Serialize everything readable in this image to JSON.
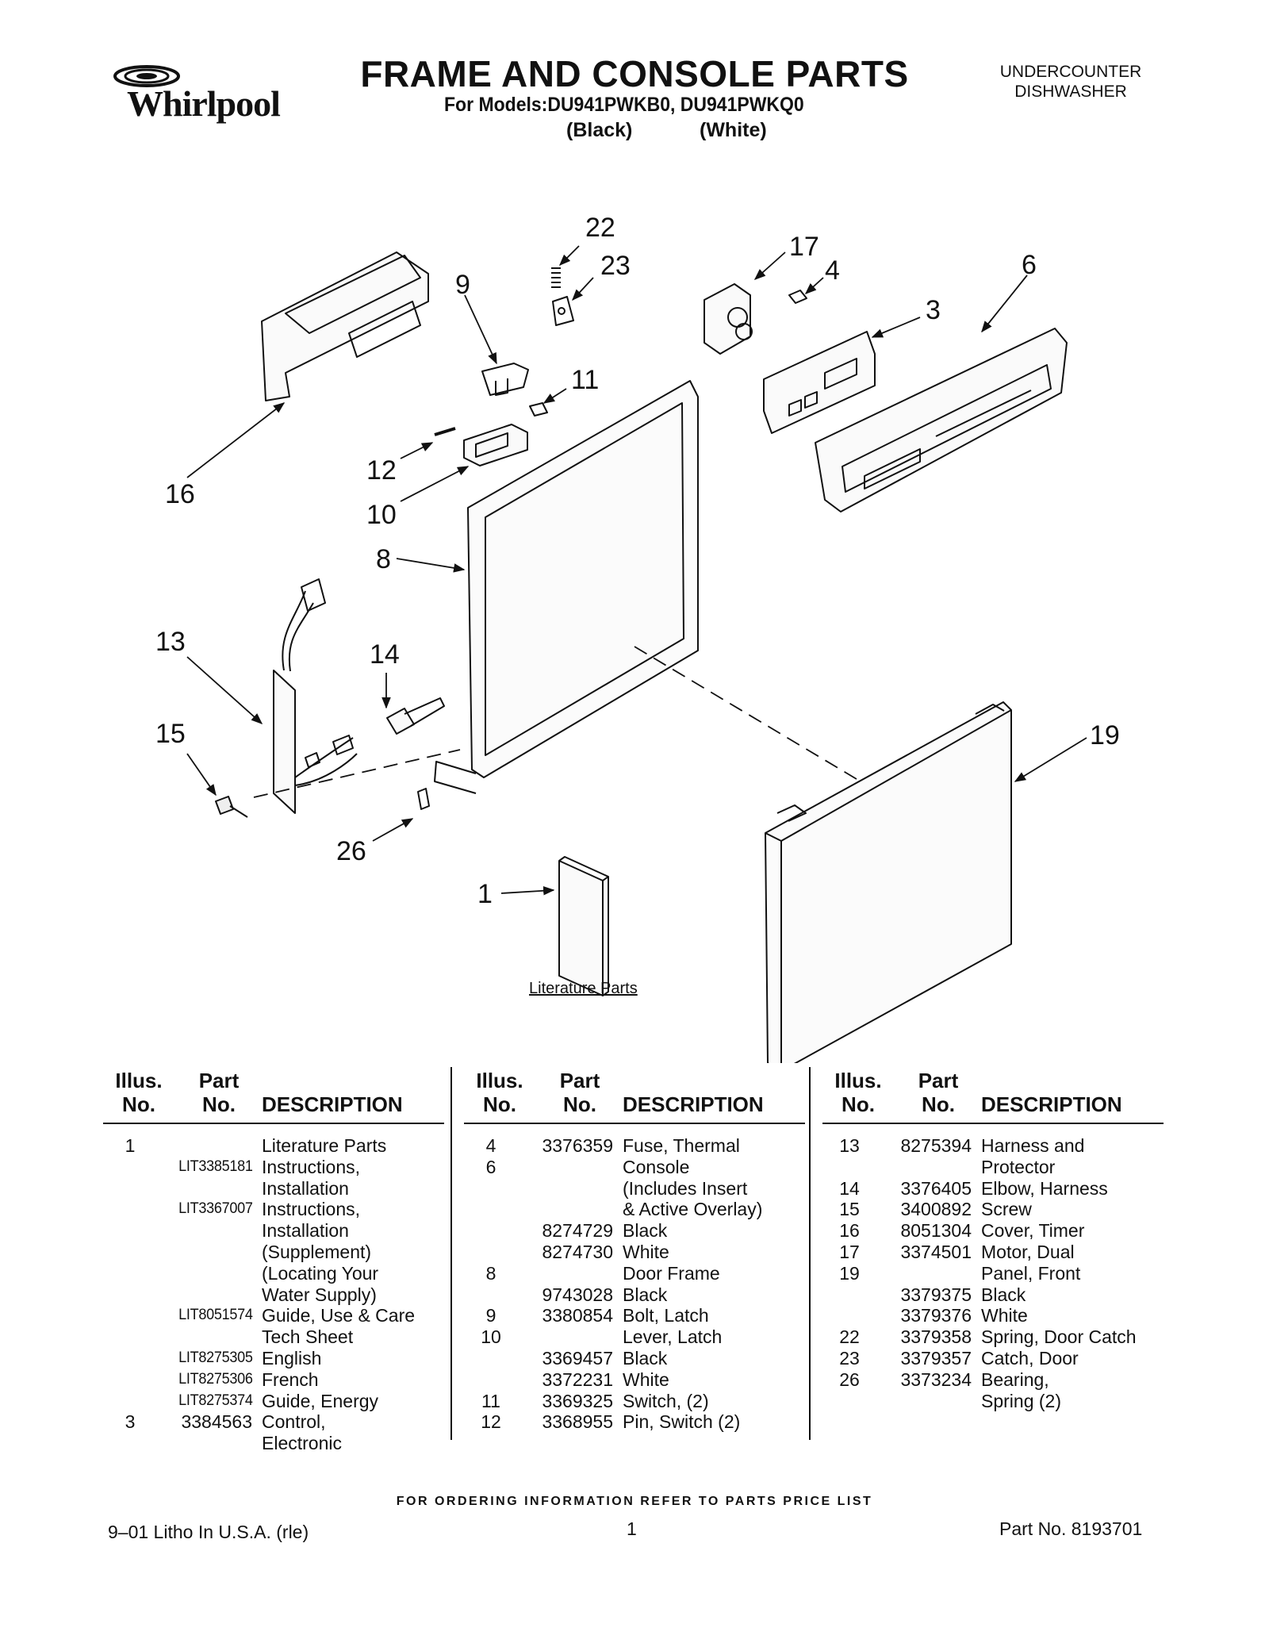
{
  "header": {
    "brand": "Whirlpool",
    "title": "FRAME AND CONSOLE PARTS",
    "models_line": "For Models:DU941PWKB0, DU941PWKQ0",
    "variant_black": "(Black)",
    "variant_white": "(White)",
    "category_line1": "UNDERCOUNTER",
    "category_line2": "DISHWASHER"
  },
  "diagram": {
    "callouts": [
      "22",
      "23",
      "17",
      "4",
      "6",
      "9",
      "11",
      "3",
      "16",
      "12",
      "10",
      "8",
      "13",
      "14",
      "15",
      "26",
      "1",
      "19"
    ],
    "literature_caption": "Literature Parts"
  },
  "parts_table": {
    "headers": {
      "illus_1": "Illus.",
      "illus_2": "No.",
      "part_1": "Part",
      "part_2": "No.",
      "description": "DESCRIPTION"
    },
    "columns": [
      [
        {
          "illus": "1",
          "part": "",
          "desc": "Literature Parts"
        },
        {
          "illus": "",
          "part": "LIT3385181",
          "desc": "Instructions,"
        },
        {
          "illus": "",
          "part": "",
          "desc": "Installation"
        },
        {
          "illus": "",
          "part": "LIT3367007",
          "desc": "Instructions,"
        },
        {
          "illus": "",
          "part": "",
          "desc": "Installation"
        },
        {
          "illus": "",
          "part": "",
          "desc": "(Supplement)"
        },
        {
          "illus": "",
          "part": "",
          "desc": "(Locating Your"
        },
        {
          "illus": "",
          "part": "",
          "desc": "Water Supply)"
        },
        {
          "illus": "",
          "part": "LIT8051574",
          "desc": "Guide, Use & Care"
        },
        {
          "illus": "",
          "part": "",
          "desc": "Tech Sheet"
        },
        {
          "illus": "",
          "part": "LIT8275305",
          "desc": "English"
        },
        {
          "illus": "",
          "part": "LIT8275306",
          "desc": "French"
        },
        {
          "illus": "",
          "part": "LIT8275374",
          "desc": "Guide, Energy"
        },
        {
          "illus": "3",
          "part": "3384563",
          "desc": "Control,"
        },
        {
          "illus": "",
          "part": "",
          "desc": "Electronic"
        }
      ],
      [
        {
          "illus": "4",
          "part": "3376359",
          "desc": "Fuse, Thermal"
        },
        {
          "illus": "6",
          "part": "",
          "desc": "Console"
        },
        {
          "illus": "",
          "part": "",
          "desc": "(Includes Insert"
        },
        {
          "illus": "",
          "part": "",
          "desc": "& Active Overlay)"
        },
        {
          "illus": "",
          "part": "8274729",
          "desc": "Black"
        },
        {
          "illus": "",
          "part": "8274730",
          "desc": "White"
        },
        {
          "illus": "8",
          "part": "",
          "desc": "Door Frame"
        },
        {
          "illus": "",
          "part": "9743028",
          "desc": "Black"
        },
        {
          "illus": "9",
          "part": "3380854",
          "desc": "Bolt, Latch"
        },
        {
          "illus": "10",
          "part": "",
          "desc": "Lever, Latch"
        },
        {
          "illus": "",
          "part": "3369457",
          "desc": "Black"
        },
        {
          "illus": "",
          "part": "3372231",
          "desc": "White"
        },
        {
          "illus": "11",
          "part": "3369325",
          "desc": "Switch, (2)"
        },
        {
          "illus": "12",
          "part": "3368955",
          "desc": "Pin, Switch (2)"
        }
      ],
      [
        {
          "illus": "13",
          "part": "8275394",
          "desc": "Harness and"
        },
        {
          "illus": "",
          "part": "",
          "desc": "Protector"
        },
        {
          "illus": "14",
          "part": "3376405",
          "desc": "Elbow, Harness"
        },
        {
          "illus": "15",
          "part": "3400892",
          "desc": "Screw"
        },
        {
          "illus": "16",
          "part": "8051304",
          "desc": "Cover, Timer"
        },
        {
          "illus": "17",
          "part": "3374501",
          "desc": "Motor, Dual"
        },
        {
          "illus": "19",
          "part": "",
          "desc": "Panel, Front"
        },
        {
          "illus": "",
          "part": "3379375",
          "desc": "Black"
        },
        {
          "illus": "",
          "part": "3379376",
          "desc": "White"
        },
        {
          "illus": "22",
          "part": "3379358",
          "desc": "Spring, Door Catch"
        },
        {
          "illus": "23",
          "part": "3379357",
          "desc": "Catch, Door"
        },
        {
          "illus": "26",
          "part": "3373234",
          "desc": "Bearing,"
        },
        {
          "illus": "",
          "part": "",
          "desc": "Spring (2)"
        }
      ]
    ]
  },
  "footer": {
    "ordering_note": "FOR ORDERING INFORMATION REFER TO PARTS PRICE LIST",
    "litho": "9–01 Litho In U.S.A. (rle)",
    "page_number": "1",
    "part_number": "Part No. 8193701"
  }
}
